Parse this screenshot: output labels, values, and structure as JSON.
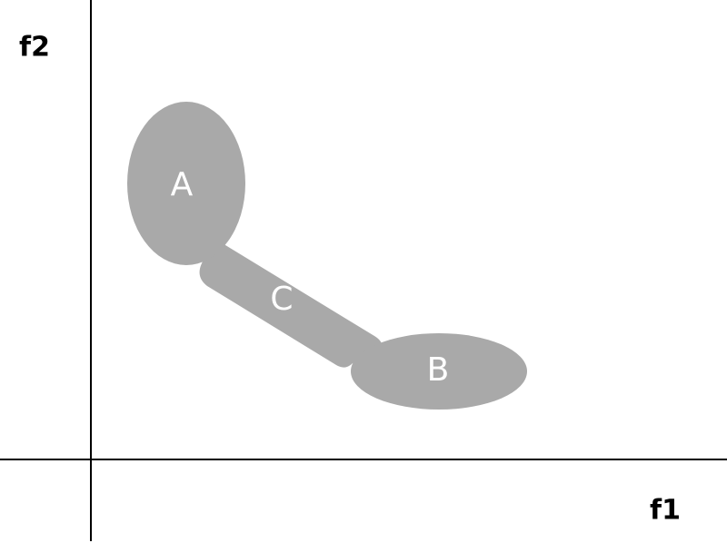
{
  "axes": {
    "x_label": "f1",
    "y_label": "f2",
    "line_color": "#000000"
  },
  "regions": {
    "fill_color": "#a9a9a9",
    "label_color": "#ffffff",
    "a": {
      "label": "A"
    },
    "b": {
      "label": "B"
    },
    "c": {
      "label": "C"
    }
  }
}
